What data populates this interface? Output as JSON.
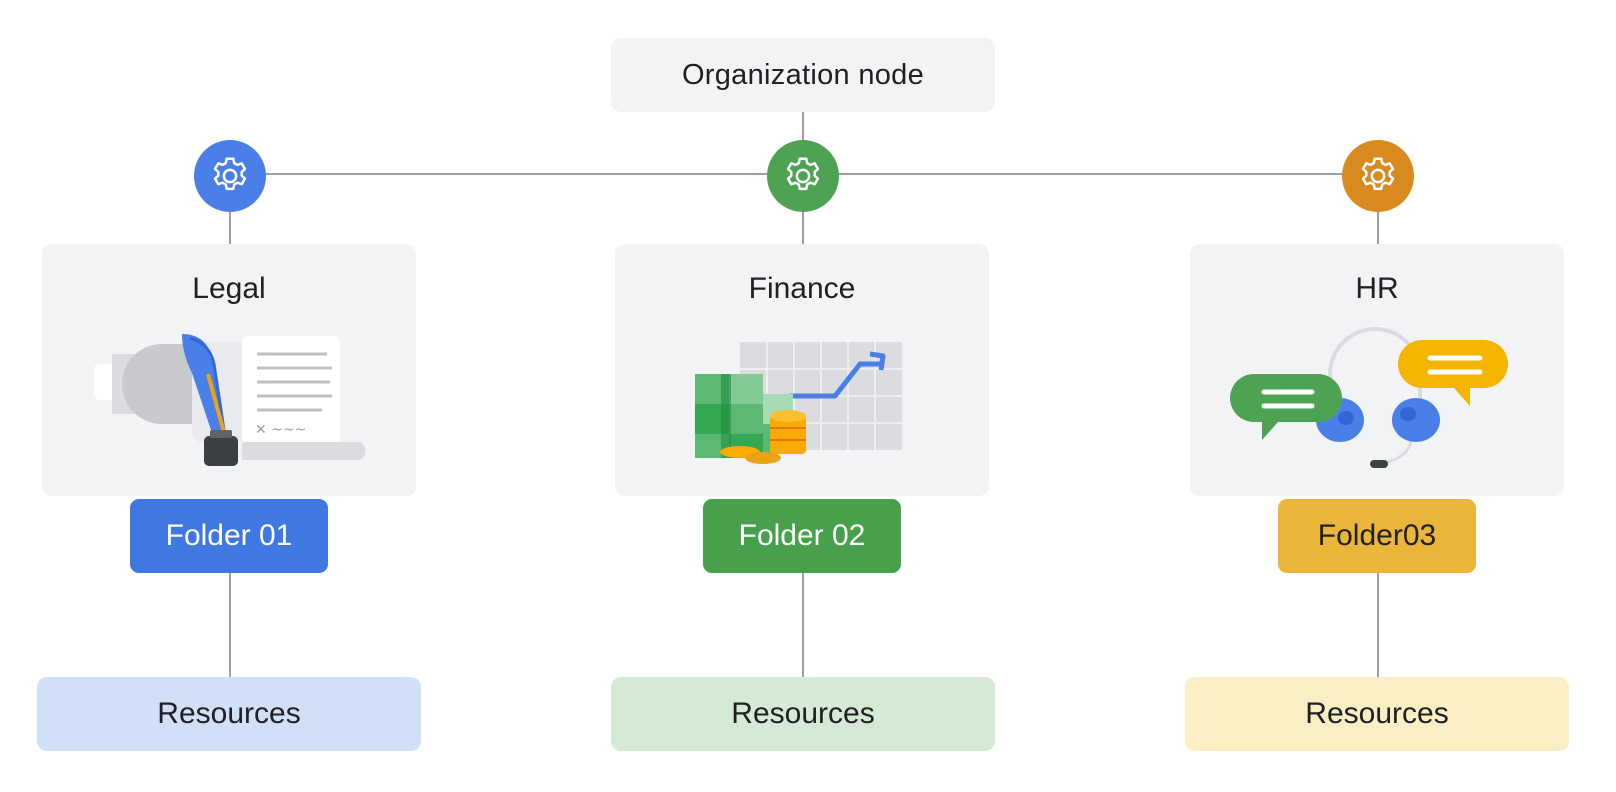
{
  "org_node": {
    "label": "Organization node"
  },
  "departments": [
    {
      "title": "Legal",
      "folder": "Folder 01",
      "resources": "Resources",
      "accent": "#4a7fe8",
      "folder_color": "#3f78e0",
      "resources_bg": "#d2e0f7",
      "gear_icon": "gear-icon",
      "illustration": "legal-document-quill-icon"
    },
    {
      "title": "Finance",
      "folder": "Folder 02",
      "resources": "Resources",
      "accent": "#4ea352",
      "folder_color": "#48a04d",
      "resources_bg": "#d4ead5",
      "gear_icon": "gear-icon",
      "illustration": "money-growth-chart-icon"
    },
    {
      "title": "HR",
      "folder": "Folder03",
      "resources": "Resources",
      "accent": "#d98a1e",
      "folder_color": "#eab538",
      "resources_bg": "#faeec4",
      "gear_icon": "gear-icon",
      "illustration": "headset-chat-bubbles-icon"
    }
  ]
}
